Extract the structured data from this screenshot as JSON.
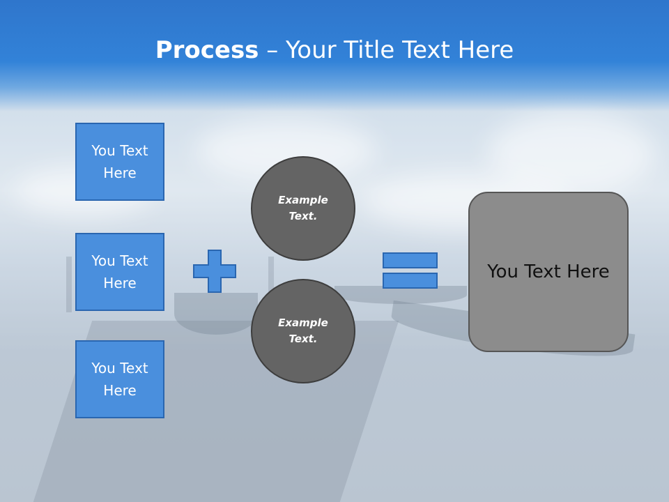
{
  "slide": {
    "title_bold": "Process",
    "title_rest": " – Your Title Text Here"
  },
  "left_boxes": [
    {
      "label": "You Text Here"
    },
    {
      "label": "You Text Here"
    },
    {
      "label": "You Text Here"
    }
  ],
  "circles": [
    {
      "label": "Example Text."
    },
    {
      "label": "Example Text."
    }
  ],
  "result": {
    "label": "You Text Here"
  },
  "symbols": {
    "plus": "plus-icon",
    "equals": "equals-icon"
  },
  "colors": {
    "header": "#3282d8",
    "box_fill": "#4a8fdd",
    "box_border": "#2a66b0",
    "circle_fill": "#646464",
    "result_fill": "#8c8c8c"
  }
}
